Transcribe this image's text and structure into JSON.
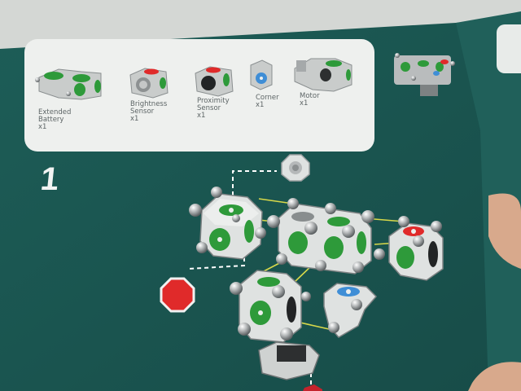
{
  "parts": [
    {
      "name": "Extended\nBattery",
      "qty": "x1"
    },
    {
      "name": "Brightness\nSensor",
      "qty": "x1"
    },
    {
      "name": "Proximity\nSensor",
      "qty": "x1"
    },
    {
      "name": "Corner",
      "qty": "x1"
    },
    {
      "name": "Motor",
      "qty": "x1"
    }
  ],
  "step_number": "1",
  "colors": {
    "page": "#1c5a55",
    "panel": "#eef0ee",
    "battery_green": "#2e9a3a",
    "brightness_red": "#e02a2a",
    "proximity_blue": "#3f8ed6",
    "connector_line": "#d8d84a",
    "hint_dash": "#ffffff"
  },
  "icons": [
    "battery-cube-icon",
    "brightness-cube-icon",
    "proximity-cube-icon",
    "corner-icon",
    "motor-icon",
    "magnet-ball-icon",
    "octagon-face-icon"
  ]
}
